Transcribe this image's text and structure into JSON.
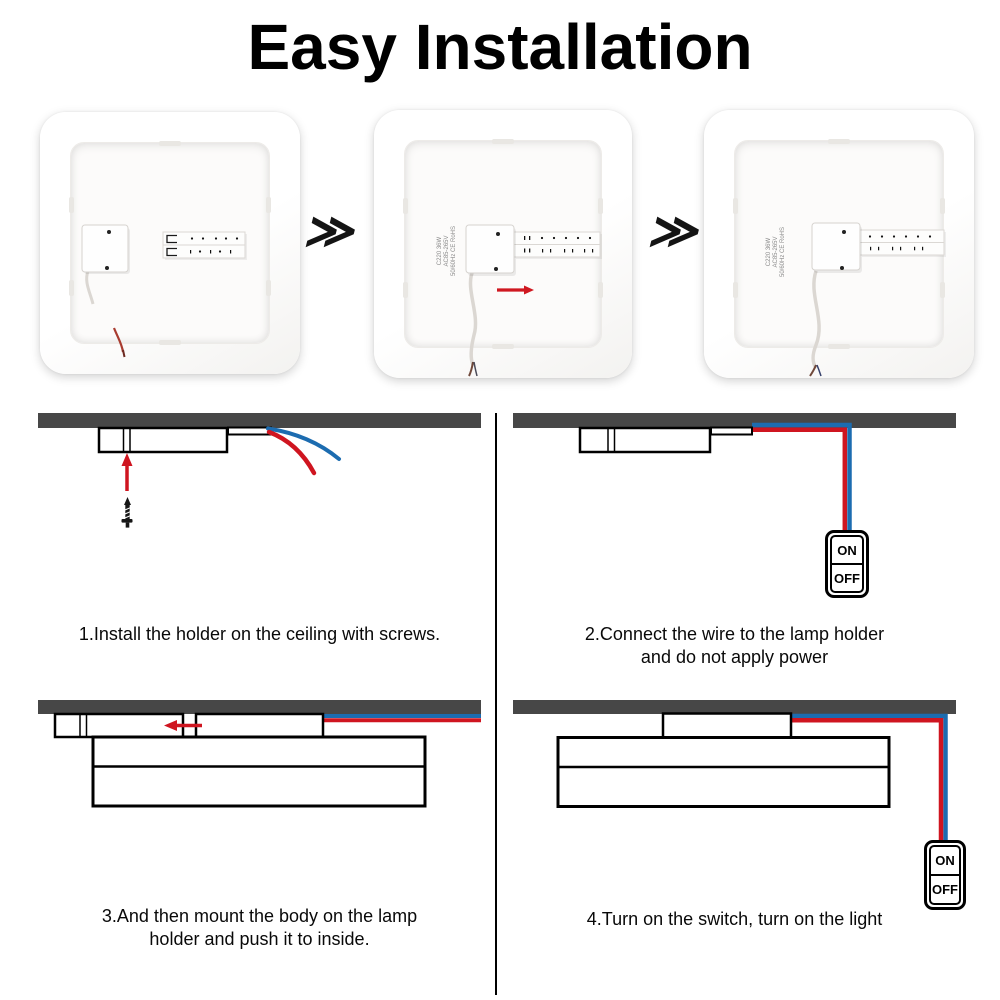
{
  "title": "Easy Installation",
  "chevron_glyph": "≫",
  "colors": {
    "wire_red": "#cf1520",
    "wire_blue": "#1c6cb0",
    "ceiling_gray": "#474747"
  },
  "product_photos": {
    "spec_lines": [
      "C220 36W",
      "AC85-265V",
      "50/60Hz CE RoHS"
    ]
  },
  "power_switch": {
    "on_label": "ON",
    "off_label": "OFF"
  },
  "steps": [
    {
      "caption": "1.Install the holder on the ceiling with screws."
    },
    {
      "caption_line1": "2.Connect the wire to the lamp holder",
      "caption_line2": "and do not apply power"
    },
    {
      "caption_line1": "3.And then mount the body on the lamp",
      "caption_line2": "holder and push it to inside."
    },
    {
      "caption": "4.Turn on the switch, turn on the light"
    }
  ]
}
